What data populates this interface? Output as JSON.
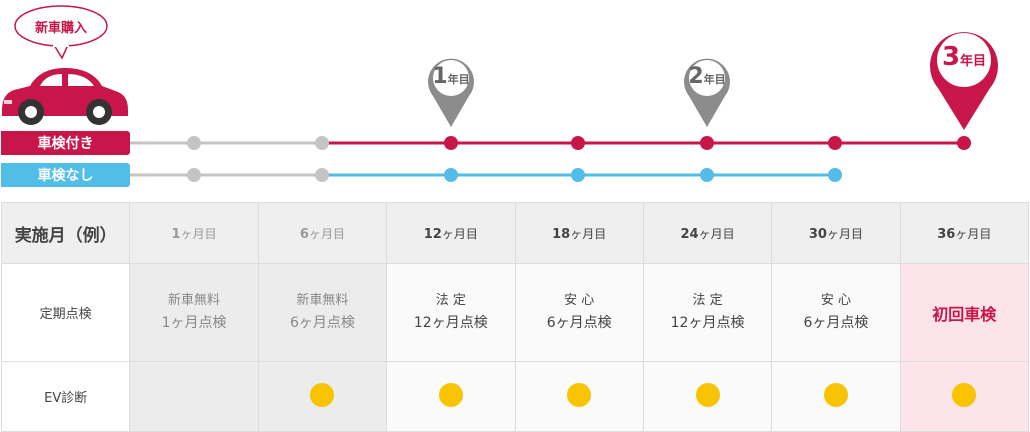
{
  "banner": {
    "text": "新車購入"
  },
  "lines": {
    "with_label": "車検付き",
    "without_label": "車検なし",
    "colors": {
      "with": "#c8164a",
      "without": "#52bde6",
      "inactive": "#c4c4c4"
    }
  },
  "pins": [
    {
      "num": "1",
      "unit": "年目",
      "color": "#8c8c8c"
    },
    {
      "num": "2",
      "unit": "年目",
      "color": "#8c8c8c"
    },
    {
      "num": "3",
      "unit": "年目",
      "color": "#c8164a"
    }
  ],
  "table": {
    "header_first": "実施月（例）",
    "months": [
      {
        "num": "1",
        "unit": "ヶ月目"
      },
      {
        "num": "6",
        "unit": "ヶ月目"
      },
      {
        "num": "12",
        "unit": "ヶ月目"
      },
      {
        "num": "18",
        "unit": "ヶ月目"
      },
      {
        "num": "24",
        "unit": "ヶ月目"
      },
      {
        "num": "30",
        "unit": "ヶ月目"
      },
      {
        "num": "36",
        "unit": "ヶ月目"
      }
    ],
    "row_inspection": {
      "label": "定期点検",
      "cells": [
        {
          "line1": "新車無料",
          "line2": "1ヶ月点検"
        },
        {
          "line1": "新車無料",
          "line2": "6ヶ月点検"
        },
        {
          "line1": "法 定",
          "line2": "12ヶ月点検"
        },
        {
          "line1": "安 心",
          "line2": "6ヶ月点検"
        },
        {
          "line1": "法 定",
          "line2": "12ヶ月点検"
        },
        {
          "line1": "安 心",
          "line2": "6ヶ月点検"
        },
        {
          "line1": "初回車検",
          "line2": ""
        }
      ]
    },
    "row_ev": {
      "label": "EV診断"
    }
  },
  "accent_yellow": "#f8c300"
}
